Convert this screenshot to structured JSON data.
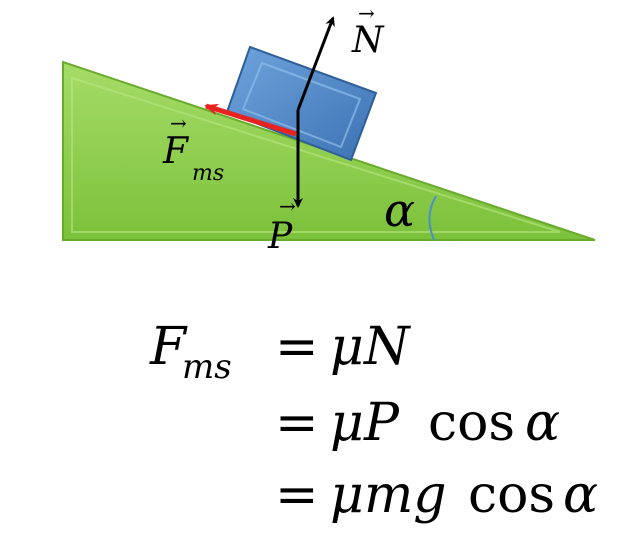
{
  "diagram": {
    "colors": {
      "incline_fill": "#8ed048",
      "incline_edge": "#6aab2d",
      "block_fill": "#4f86c6",
      "block_edge": "#2f5f99",
      "friction_arrow": "#e8221f",
      "force_arrow": "#000000",
      "angle_arc": "#4a90c8",
      "text": "#000000"
    },
    "labels": {
      "normal_force": "N",
      "weight": "P",
      "friction_main": "F",
      "friction_sub": "ms",
      "angle": "α",
      "vector_mark": "→"
    }
  },
  "equations": {
    "lhs_main": "F",
    "lhs_sub": "ms",
    "line1": {
      "eq": "=",
      "mu": "μ",
      "rest": "N"
    },
    "line2": {
      "eq": "=",
      "mu": "μ",
      "rest": "P",
      "func": "cos",
      "angle": "α"
    },
    "line3": {
      "eq": "=",
      "mu": "μ",
      "rest": "mg",
      "func": "cos",
      "angle": "α"
    }
  }
}
